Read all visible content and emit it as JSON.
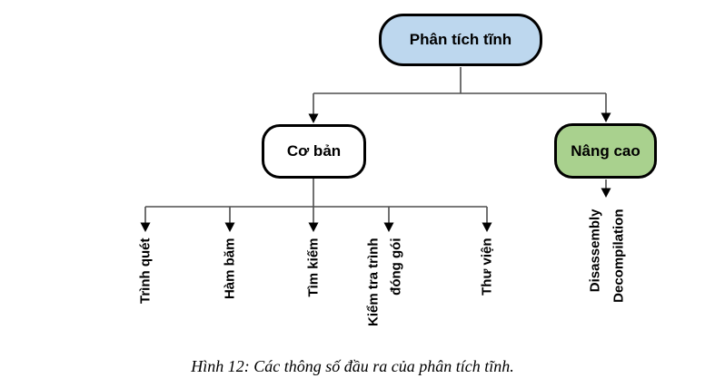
{
  "figure": {
    "root_label": "Phân tích tĩnh",
    "branches": {
      "basic_label": "Cơ bản",
      "advanced_label": "Nâng cao"
    },
    "basic_children": [
      "Trình quét",
      "Hàm băm",
      "Tìm kiếm",
      "Kiểm tra trình\nđóng gói",
      "Thư viện"
    ],
    "advanced_children": [
      "Disassembly\nDecompilation"
    ],
    "colors": {
      "root_fill": "#BDD7EE",
      "basic_fill": "#FFFFFF",
      "advanced_fill": "#A9D18E",
      "node_border": "#000000",
      "connector": "#4D4D4D",
      "arrowhead": "#000000"
    }
  },
  "caption": "Hình 12: Các thông số đầu ra của phân tích tĩnh."
}
